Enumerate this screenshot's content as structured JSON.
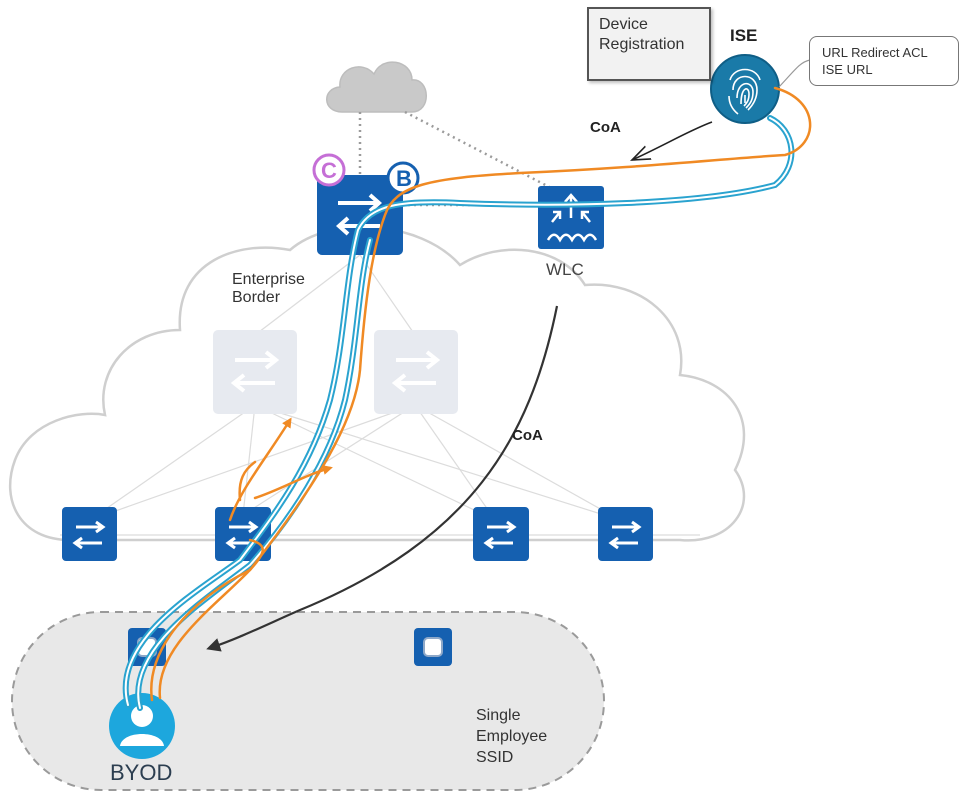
{
  "labels": {
    "ise": "ISE",
    "wlc": "WLC",
    "enterprise_border": "Enterprise\nBorder",
    "coa_top": "CoA",
    "coa_mid": "CoA",
    "byod": "BYOD",
    "ssid": "Single\nEmployee\nSSID",
    "control_plane_badge": "C",
    "border_badge": "B"
  },
  "device_registration_note": "Device\nRegistration",
  "ise_callout": "URL Redirect ACL\nISE URL",
  "colors": {
    "device_blue": "#1560b0",
    "faded_device": "#e7eaf0",
    "orange_path": "#f08a24",
    "teal_path": "#2aa3cf",
    "coa_arrow": "#333333",
    "cloud_fill": "#ffffff",
    "cloud_outline": "#cfcfcf",
    "ssid_fill": "#e8e8e8",
    "badge_purple": "#c56fd6",
    "badge_blue": "#1560b0"
  },
  "icons": [
    "cloud-icon",
    "fingerprint-icon",
    "switch-icon",
    "wlc-icon",
    "access-point-icon",
    "user-icon"
  ]
}
